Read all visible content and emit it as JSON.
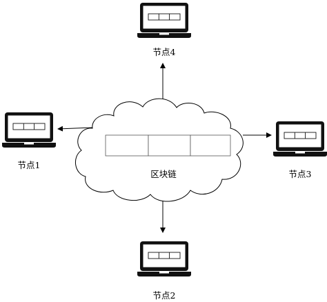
{
  "diagram": {
    "center_label": "区块链",
    "nodes": [
      {
        "id": "node4",
        "label": "节点4"
      },
      {
        "id": "node1",
        "label": "节点1"
      },
      {
        "id": "node3",
        "label": "节点3"
      },
      {
        "id": "node2",
        "label": "节点2"
      }
    ]
  }
}
